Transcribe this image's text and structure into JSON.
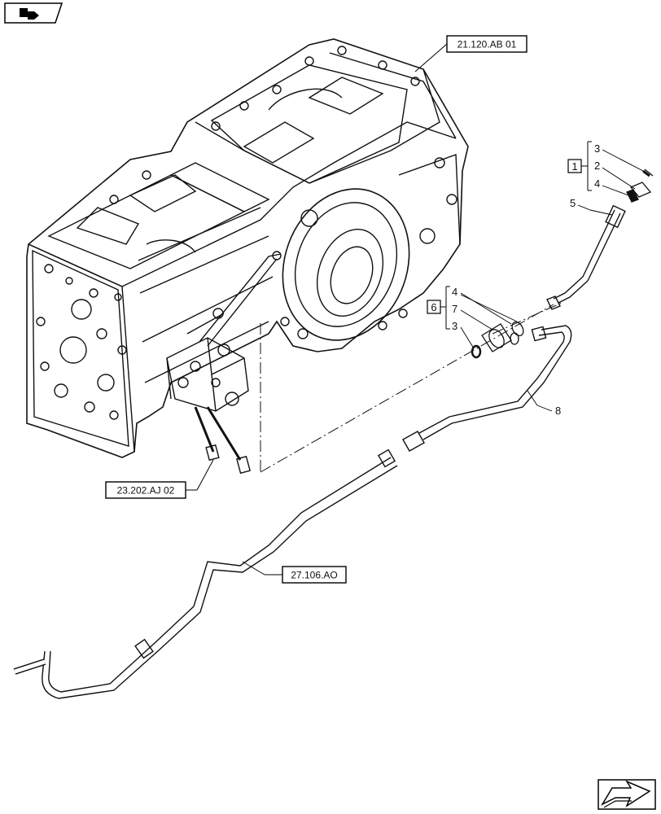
{
  "header": {
    "icon": "book-arrow-icon"
  },
  "references": {
    "housing": "21.120.AB 01",
    "valve": "23.202.AJ 02",
    "pipe": "27.106.AO"
  },
  "callouts": {
    "kit1_box": "1",
    "kit1_items": [
      "3",
      "2",
      "4"
    ],
    "item5": "5",
    "kit6_box": "6",
    "kit6_items": [
      "4",
      "7",
      "3"
    ],
    "item8": "8"
  },
  "footer": {
    "icon": "next-page-arrow-icon"
  }
}
